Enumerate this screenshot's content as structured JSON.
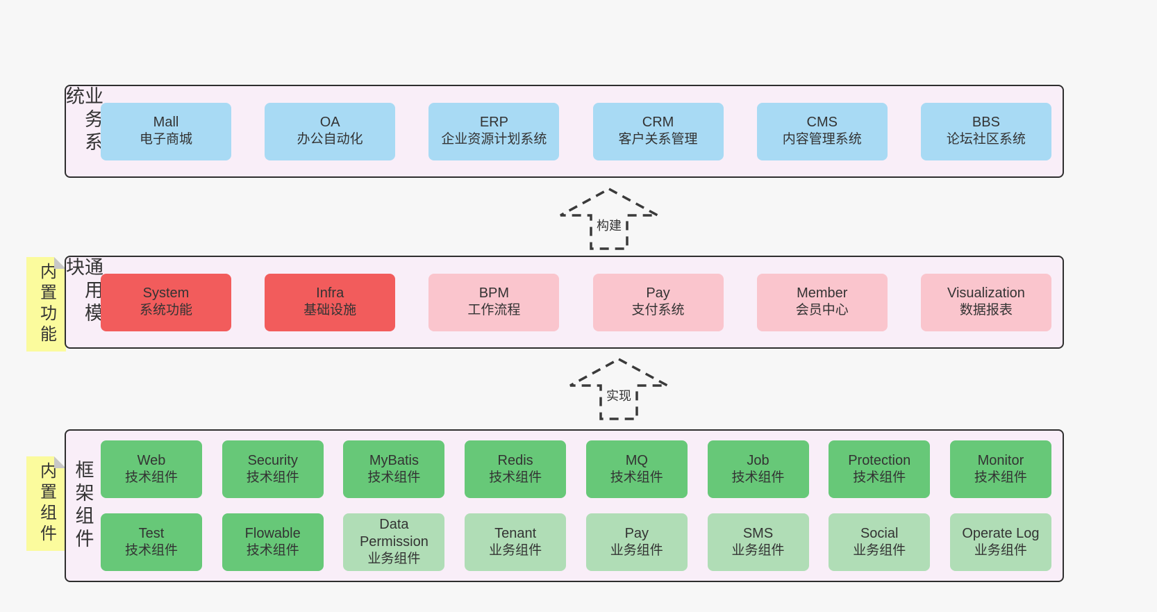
{
  "colors": {
    "page_background": "#f7f7f7",
    "band_background": "#f9eef8",
    "band_border": "#2e2e2e",
    "blue": "#a8daf4",
    "red": "#f25c5c",
    "pink": "#fac5cd",
    "green": "#67c878",
    "lightgreen": "#b0ddb6",
    "sticky_yellow": "#fbfb9d",
    "sticky_fold": "#c7c7c7",
    "text": "#333333"
  },
  "stickies": [
    {
      "text": "内置功能"
    },
    {
      "text": "内置组件"
    }
  ],
  "arrows": [
    {
      "label": "构建"
    },
    {
      "label": "实现"
    }
  ],
  "bands": [
    {
      "label": "业务系统",
      "rows": [
        [
          {
            "name": "Mall",
            "subtitle": "电子商城",
            "variant": "blue"
          },
          {
            "name": "OA",
            "subtitle": "办公自动化",
            "variant": "blue"
          },
          {
            "name": "ERP",
            "subtitle": "企业资源计划系统",
            "variant": "blue"
          },
          {
            "name": "CRM",
            "subtitle": "客户关系管理",
            "variant": "blue"
          },
          {
            "name": "CMS",
            "subtitle": "内容管理系统",
            "variant": "blue"
          },
          {
            "name": "BBS",
            "subtitle": "论坛社区系统",
            "variant": "blue"
          }
        ]
      ]
    },
    {
      "label": "通用模块",
      "rows": [
        [
          {
            "name": "System",
            "subtitle": "系统功能",
            "variant": "red"
          },
          {
            "name": "Infra",
            "subtitle": "基础设施",
            "variant": "red"
          },
          {
            "name": "BPM",
            "subtitle": "工作流程",
            "variant": "pink"
          },
          {
            "name": "Pay",
            "subtitle": "支付系统",
            "variant": "pink"
          },
          {
            "name": "Member",
            "subtitle": "会员中心",
            "variant": "pink"
          },
          {
            "name": "Visualization",
            "subtitle": "数据报表",
            "variant": "pink"
          }
        ]
      ]
    },
    {
      "label": "框架组件",
      "rows": [
        [
          {
            "name": "Web",
            "subtitle": "技术组件",
            "variant": "green"
          },
          {
            "name": "Security",
            "subtitle": "技术组件",
            "variant": "green"
          },
          {
            "name": "MyBatis",
            "subtitle": "技术组件",
            "variant": "green"
          },
          {
            "name": "Redis",
            "subtitle": "技术组件",
            "variant": "green"
          },
          {
            "name": "MQ",
            "subtitle": "技术组件",
            "variant": "green"
          },
          {
            "name": "Job",
            "subtitle": "技术组件",
            "variant": "green"
          },
          {
            "name": "Protection",
            "subtitle": "技术组件",
            "variant": "green"
          },
          {
            "name": "Monitor",
            "subtitle": "技术组件",
            "variant": "green"
          }
        ],
        [
          {
            "name": "Test",
            "subtitle": "技术组件",
            "variant": "green"
          },
          {
            "name": "Flowable",
            "subtitle": "技术组件",
            "variant": "green"
          },
          {
            "name": "Data Permission",
            "subtitle": "业务组件",
            "variant": "lightgreen"
          },
          {
            "name": "Tenant",
            "subtitle": "业务组件",
            "variant": "lightgreen"
          },
          {
            "name": "Pay",
            "subtitle": "业务组件",
            "variant": "lightgreen"
          },
          {
            "name": "SMS",
            "subtitle": "业务组件",
            "variant": "lightgreen"
          },
          {
            "name": "Social",
            "subtitle": "业务组件",
            "variant": "lightgreen"
          },
          {
            "name": "Operate Log",
            "subtitle": "业务组件",
            "variant": "lightgreen"
          }
        ]
      ]
    }
  ]
}
